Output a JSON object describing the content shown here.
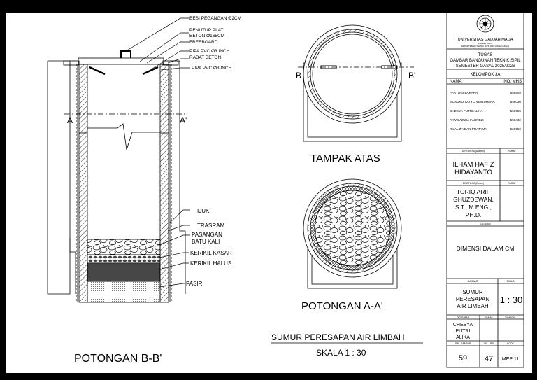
{
  "section_bb": {
    "title": "POTONGAN B-B'",
    "cut_a_left": "A",
    "cut_a_right": "A'",
    "labels": {
      "besi": "BESI PEGANGAN Ø2CM",
      "penutup1": "PENUTUP PLAT",
      "penutup2": "BETON Ø165CM",
      "freeboard": "FREEBOARD",
      "pipa1": "PIPA PVC Ø3 INCH",
      "rabat": "RABAT BETON",
      "pipa2": "PIPA PVC Ø3 INCH",
      "ijuk": "IJUK",
      "trasram": "TRASRAM",
      "pasangan1": "PASANGAN",
      "pasangan2": "BATU KALI",
      "kasar": "KERIKIL KASAR",
      "halus": "KERIKIL HALUS",
      "pasir": "PASIR"
    }
  },
  "top_view": {
    "title": "TAMPAK ATAS",
    "cut_b_left": "B",
    "cut_b_right": "B'"
  },
  "section_aa": {
    "title": "POTONGAN A-A'"
  },
  "drawing_title": {
    "name": "SUMUR PERESAPAN AIR LIMBAH",
    "scale": "SKALA 1 : 30"
  },
  "title_block": {
    "university": "UNIVERSITAS GADJAH MADA",
    "faculty": "Fakultas Teknik",
    "department": "DEPARTEMEN TEKNIK SIPIL DAN LINGKUNGAN",
    "task": "TUGAS",
    "course": "GAMBAR BANGUNAN TEKNIK SIPIL",
    "semester": "SEMESTER GASAL 2025/2026",
    "group": "KELOMPOK 3A",
    "col_name": "NAMA",
    "col_no": "NO. MHS",
    "members": [
      {
        "name": "PARTOGI BAKARA",
        "no": "558505"
      },
      {
        "name": "MUSUKO SATYO WARDHANA",
        "no": "558030"
      },
      {
        "name": "CHESYA PUTRI ALIKA",
        "no": "558955"
      },
      {
        "name": "FAWWAZ ZIA FAHREZI",
        "no": "559432"
      },
      {
        "name": "RIJAL ZAIDAN PRATAMA",
        "no": "566550"
      }
    ],
    "checked_label": "DIPERIKSA (Asisten)",
    "paraf_label": "PARAF",
    "checker1": "ILHAM HAFIZ",
    "checker2": "HIDAYANTO",
    "approved_label": "DISETUJUI (Dosen)",
    "paraf_label2": "PARAF",
    "lecturer1": "TORIQ ARIF",
    "lecturer2": "GHUZDEWAN,",
    "lecturer3": "S.T., M.ENG.,",
    "lecturer4": "PH.D.",
    "notes_label": "CATATAN",
    "notes": "DIMENSI DALAM CM",
    "drawing_label": "GAMBAR",
    "scale_label": "SKALA",
    "drawing1": "SUMUR",
    "drawing2": "PERESAPAN",
    "drawing3": "AIR LIMBAH",
    "scale_value": "1 : 30",
    "drawn_label": "DIGAMBAR",
    "paraf_label3": "PARAF",
    "date_label": "TANGGAL",
    "drawer1": "CHESYA",
    "drawer2": "PUTRI",
    "drawer3": "ALIKA",
    "count_label": "JML. GAMBAR",
    "no_label": "NO. LBR",
    "code_label": "KODE",
    "count_value": "59",
    "no_value": "47",
    "code_value": "MEP 11"
  }
}
